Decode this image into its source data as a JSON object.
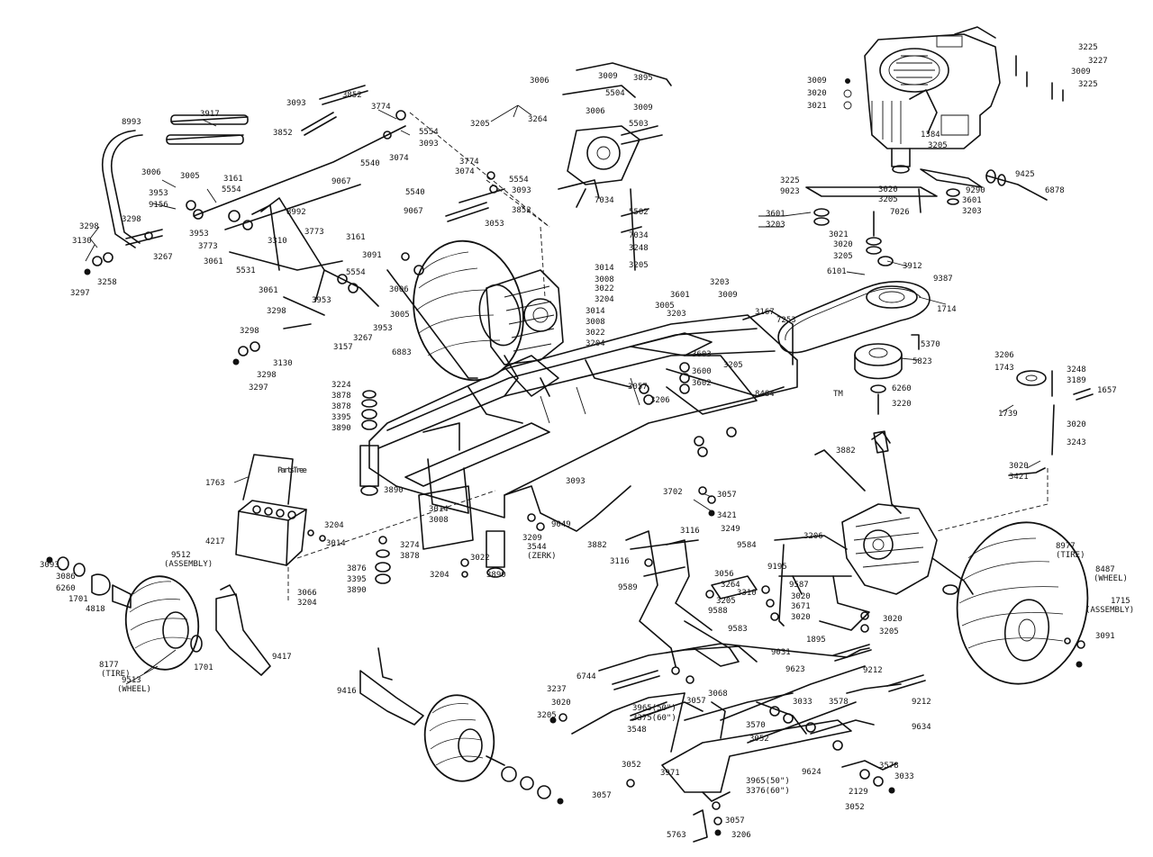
{
  "watermark": {
    "text": "PartsTree",
    "trademark": "TM"
  },
  "labels": [
    {
      "id": "3225a",
      "text": "3225"
    },
    {
      "id": "3227",
      "text": "3227"
    },
    {
      "id": "3009a",
      "text": "3009"
    },
    {
      "id": "3225b",
      "text": "3225"
    },
    {
      "id": "3009b",
      "text": "3009"
    },
    {
      "id": "3020a",
      "text": "3020"
    },
    {
      "id": "3021a",
      "text": "3021"
    },
    {
      "id": "1384",
      "text": "1384"
    },
    {
      "id": "3205a",
      "text": "3205"
    },
    {
      "id": "3225c",
      "text": "3225"
    },
    {
      "id": "9023",
      "text": "9023"
    },
    {
      "id": "3020b",
      "text": "3020"
    },
    {
      "id": "3205b",
      "text": "3205"
    },
    {
      "id": "7026",
      "text": "7026"
    },
    {
      "id": "9425",
      "text": "9425"
    },
    {
      "id": "6878",
      "text": "6878"
    },
    {
      "id": "9290",
      "text": "9290"
    },
    {
      "id": "3601a",
      "text": "3601"
    },
    {
      "id": "3203a",
      "text": "3203"
    },
    {
      "id": "3601b",
      "text": "3601"
    },
    {
      "id": "3203b",
      "text": "3203"
    },
    {
      "id": "3021b",
      "text": "3021"
    },
    {
      "id": "3020c",
      "text": "3020"
    },
    {
      "id": "3205c",
      "text": "3205"
    },
    {
      "id": "3912",
      "text": "3912"
    },
    {
      "id": "6101",
      "text": "6101"
    },
    {
      "id": "9387",
      "text": "9387"
    },
    {
      "id": "1714",
      "text": "1714"
    },
    {
      "id": "5370",
      "text": "5370"
    },
    {
      "id": "5823",
      "text": "5823"
    },
    {
      "id": "6260a",
      "text": "6260"
    },
    {
      "id": "3220",
      "text": "3220"
    },
    {
      "id": "3206a",
      "text": "3206"
    },
    {
      "id": "1743",
      "text": "1743"
    },
    {
      "id": "3248a",
      "text": "3248"
    },
    {
      "id": "3189",
      "text": "3189"
    },
    {
      "id": "1657",
      "text": "1657"
    },
    {
      "id": "1739",
      "text": "1739"
    },
    {
      "id": "3020d",
      "text": "3020"
    },
    {
      "id": "3243",
      "text": "3243"
    },
    {
      "id": "3020e",
      "text": "3020"
    },
    {
      "id": "3421a",
      "text": "3421"
    },
    {
      "id": "3006a",
      "text": "3006"
    },
    {
      "id": "3009c",
      "text": "3009"
    },
    {
      "id": "3895",
      "text": "3895"
    },
    {
      "id": "5504",
      "text": "5504"
    },
    {
      "id": "3205d",
      "text": "3205"
    },
    {
      "id": "3264",
      "text": "3264"
    },
    {
      "id": "3006b",
      "text": "3006"
    },
    {
      "id": "3009d",
      "text": "3009"
    },
    {
      "id": "5503",
      "text": "5503"
    },
    {
      "id": "7034a",
      "text": "7034"
    },
    {
      "id": "5502",
      "text": "5502"
    },
    {
      "id": "7034b",
      "text": "7034"
    },
    {
      "id": "3248b",
      "text": "3248"
    },
    {
      "id": "3205e",
      "text": "3205"
    },
    {
      "id": "3014a",
      "text": "3014"
    },
    {
      "id": "3008a",
      "text": "3008"
    },
    {
      "id": "3022a",
      "text": "3022"
    },
    {
      "id": "3204a",
      "text": "3204"
    },
    {
      "id": "3203c",
      "text": "3203"
    },
    {
      "id": "3009e",
      "text": "3009"
    },
    {
      "id": "3601c",
      "text": "3601"
    },
    {
      "id": "3005a",
      "text": "3005"
    },
    {
      "id": "3203d",
      "text": "3203"
    },
    {
      "id": "3167",
      "text": "3167"
    },
    {
      "id": "7253",
      "text": "7253"
    },
    {
      "id": "3014b",
      "text": "3014"
    },
    {
      "id": "3008b",
      "text": "3008"
    },
    {
      "id": "3022b",
      "text": "3022"
    },
    {
      "id": "3204b",
      "text": "3204"
    },
    {
      "id": "3603",
      "text": "3603"
    },
    {
      "id": "3600",
      "text": "3600"
    },
    {
      "id": "3602",
      "text": "3602"
    },
    {
      "id": "3057a",
      "text": "3057"
    },
    {
      "id": "3206b",
      "text": "3206"
    },
    {
      "id": "3205f",
      "text": "3205"
    },
    {
      "id": "8484",
      "text": "8484"
    },
    {
      "id": "3702",
      "text": "3702"
    },
    {
      "id": "3057b",
      "text": "3057"
    },
    {
      "id": "3421b",
      "text": "3421"
    },
    {
      "id": "8993",
      "text": "8993"
    },
    {
      "id": "3917",
      "text": "3917"
    },
    {
      "id": "3093a",
      "text": "3093"
    },
    {
      "id": "3852a",
      "text": "3852"
    },
    {
      "id": "3774a",
      "text": "3774"
    },
    {
      "id": "5554a",
      "text": "5554"
    },
    {
      "id": "3093b",
      "text": "3093"
    },
    {
      "id": "3852b",
      "text": "3852"
    },
    {
      "id": "3074a",
      "text": "3074"
    },
    {
      "id": "5540a",
      "text": "5540"
    },
    {
      "id": "3006c",
      "text": "3006"
    },
    {
      "id": "3005b",
      "text": "3005"
    },
    {
      "id": "3161a",
      "text": "3161"
    },
    {
      "id": "5554b",
      "text": "5554"
    },
    {
      "id": "9067a",
      "text": "9067"
    },
    {
      "id": "3074b",
      "text": "3074"
    },
    {
      "id": "3774b",
      "text": "3774"
    },
    {
      "id": "5554c",
      "text": "5554"
    },
    {
      "id": "3093c",
      "text": "3093"
    },
    {
      "id": "3953a",
      "text": "3953"
    },
    {
      "id": "9156",
      "text": "9156"
    },
    {
      "id": "5540b",
      "text": "5540"
    },
    {
      "id": "3852c",
      "text": "3852"
    },
    {
      "id": "8992",
      "text": "8992"
    },
    {
      "id": "9067b",
      "text": "9067"
    },
    {
      "id": "3053",
      "text": "3053"
    },
    {
      "id": "3298a",
      "text": "3298"
    },
    {
      "id": "3298b",
      "text": "3298"
    },
    {
      "id": "3953b",
      "text": "3953"
    },
    {
      "id": "3773a",
      "text": "3773"
    },
    {
      "id": "3130a",
      "text": "3130"
    },
    {
      "id": "3267a",
      "text": "3267"
    },
    {
      "id": "3310",
      "text": "3310"
    },
    {
      "id": "3773b",
      "text": "3773"
    },
    {
      "id": "3161b",
      "text": "3161"
    },
    {
      "id": "3061a",
      "text": "3061"
    },
    {
      "id": "3091a",
      "text": "3091"
    },
    {
      "id": "5531",
      "text": "5531"
    },
    {
      "id": "3258",
      "text": "3258"
    },
    {
      "id": "5554d",
      "text": "5554"
    },
    {
      "id": "3297a",
      "text": "3297"
    },
    {
      "id": "3061b",
      "text": "3061"
    },
    {
      "id": "3006d",
      "text": "3006"
    },
    {
      "id": "3953c",
      "text": "3953"
    },
    {
      "id": "3005c",
      "text": "3005"
    },
    {
      "id": "3298c",
      "text": "3298"
    },
    {
      "id": "3267b",
      "text": "3267"
    },
    {
      "id": "3953d",
      "text": "3953"
    },
    {
      "id": "3157",
      "text": "3157"
    },
    {
      "id": "6883",
      "text": "6883"
    },
    {
      "id": "3298d",
      "text": "3298"
    },
    {
      "id": "3130b",
      "text": "3130"
    },
    {
      "id": "3298e",
      "text": "3298"
    },
    {
      "id": "3297b",
      "text": "3297"
    },
    {
      "id": "3224",
      "text": "3224"
    },
    {
      "id": "3878a",
      "text": "3878"
    },
    {
      "id": "3878b",
      "text": "3878"
    },
    {
      "id": "3395a",
      "text": "3395"
    },
    {
      "id": "3890a",
      "text": "3890"
    },
    {
      "id": "1763",
      "text": "1763"
    },
    {
      "id": "3890b",
      "text": "3890"
    },
    {
      "id": "3093d",
      "text": "3093"
    },
    {
      "id": "3204c",
      "text": "3204"
    },
    {
      "id": "4217",
      "text": "4217"
    },
    {
      "id": "3014c",
      "text": "3014"
    },
    {
      "id": "3014d",
      "text": "3014"
    },
    {
      "id": "3008c",
      "text": "3008"
    },
    {
      "id": "3209",
      "text": "3209"
    },
    {
      "id": "9049",
      "text": "9049"
    },
    {
      "id": "3274",
      "text": "3274"
    },
    {
      "id": "3878c",
      "text": "3878"
    },
    {
      "id": "3544",
      "text": "3544"
    },
    {
      "id": "zerk",
      "text": "(ZERK)"
    },
    {
      "id": "3022c",
      "text": "3022"
    },
    {
      "id": "3876",
      "text": "3876"
    },
    {
      "id": "3395b",
      "text": "3395"
    },
    {
      "id": "3204d",
      "text": "3204"
    },
    {
      "id": "3890c",
      "text": "3890"
    },
    {
      "id": "3890d",
      "text": "3890"
    },
    {
      "id": "3066",
      "text": "3066"
    },
    {
      "id": "3204e",
      "text": "3204"
    },
    {
      "id": "3093e",
      "text": "3093"
    },
    {
      "id": "3086",
      "text": "3086"
    },
    {
      "id": "6260b",
      "text": "6260"
    },
    {
      "id": "1701a",
      "text": "1701"
    },
    {
      "id": "4818",
      "text": "4818"
    },
    {
      "id": "9512",
      "text": "9512"
    },
    {
      "id": "9512asm",
      "text": "(ASSEMBLY)"
    },
    {
      "id": "8177",
      "text": "8177"
    },
    {
      "id": "8177tire",
      "text": "(TIRE)"
    },
    {
      "id": "1701b",
      "text": "1701"
    },
    {
      "id": "9513",
      "text": "9513"
    },
    {
      "id": "9513whl",
      "text": "(WHEEL)"
    },
    {
      "id": "9417",
      "text": "9417"
    },
    {
      "id": "9416",
      "text": "9416"
    },
    {
      "id": "3882a",
      "text": "3882"
    },
    {
      "id": "3116a",
      "text": "3116"
    },
    {
      "id": "3116b",
      "text": "3116"
    },
    {
      "id": "3249",
      "text": "3249"
    },
    {
      "id": "9584",
      "text": "9584"
    },
    {
      "id": "3056",
      "text": "3056"
    },
    {
      "id": "3264b",
      "text": "3264"
    },
    {
      "id": "9589",
      "text": "9589"
    },
    {
      "id": "3205g",
      "text": "3205"
    },
    {
      "id": "3310b",
      "text": "3310"
    },
    {
      "id": "9588",
      "text": "9588"
    },
    {
      "id": "9583",
      "text": "9583"
    },
    {
      "id": "3206c",
      "text": "3206"
    },
    {
      "id": "9195",
      "text": "9195"
    },
    {
      "id": "9587",
      "text": "9587"
    },
    {
      "id": "3020f",
      "text": "3020"
    },
    {
      "id": "3671",
      "text": "3671"
    },
    {
      "id": "3020g",
      "text": "3020"
    },
    {
      "id": "3020h",
      "text": "3020"
    },
    {
      "id": "3205h",
      "text": "3205"
    },
    {
      "id": "1895",
      "text": "1895"
    },
    {
      "id": "3882b",
      "text": "3882"
    },
    {
      "id": "8977",
      "text": "8977"
    },
    {
      "id": "8977tire",
      "text": "(TIRE)"
    },
    {
      "id": "8487",
      "text": "8487"
    },
    {
      "id": "8487whl",
      "text": "(WHEEL)"
    },
    {
      "id": "1715",
      "text": "1715"
    },
    {
      "id": "1715asm",
      "text": "(ASSEMBLY)"
    },
    {
      "id": "3091b",
      "text": "3091"
    },
    {
      "id": "9031",
      "text": "9031"
    },
    {
      "id": "6744",
      "text": "6744"
    },
    {
      "id": "9623",
      "text": "9623"
    },
    {
      "id": "9212a",
      "text": "9212"
    },
    {
      "id": "3237",
      "text": "3237"
    },
    {
      "id": "3020i",
      "text": "3020"
    },
    {
      "id": "3205i",
      "text": "3205"
    },
    {
      "id": "3068",
      "text": "3068"
    },
    {
      "id": "3057c",
      "text": "3057"
    },
    {
      "id": "3033a",
      "text": "3033"
    },
    {
      "id": "3578a",
      "text": "3578"
    },
    {
      "id": "9212b",
      "text": "9212"
    },
    {
      "id": "3965a",
      "text": "3965(50\")"
    },
    {
      "id": "3375a",
      "text": "3375(60\")"
    },
    {
      "id": "3570",
      "text": "3570"
    },
    {
      "id": "3052a",
      "text": "3052"
    },
    {
      "id": "9634",
      "text": "9634"
    },
    {
      "id": "3548",
      "text": "3548"
    },
    {
      "id": "3052b",
      "text": "3052"
    },
    {
      "id": "9624",
      "text": "9624"
    },
    {
      "id": "3578b",
      "text": "3578"
    },
    {
      "id": "3033b",
      "text": "3033"
    },
    {
      "id": "3971",
      "text": "3971"
    },
    {
      "id": "3965b",
      "text": "3965(50\")"
    },
    {
      "id": "3376b",
      "text": "3376(60\")"
    },
    {
      "id": "2129",
      "text": "2129"
    },
    {
      "id": "3057d",
      "text": "3057"
    },
    {
      "id": "3052c",
      "text": "3052"
    },
    {
      "id": "3057e",
      "text": "3057"
    },
    {
      "id": "5763",
      "text": "5763"
    },
    {
      "id": "3206d",
      "text": "3206"
    }
  ]
}
